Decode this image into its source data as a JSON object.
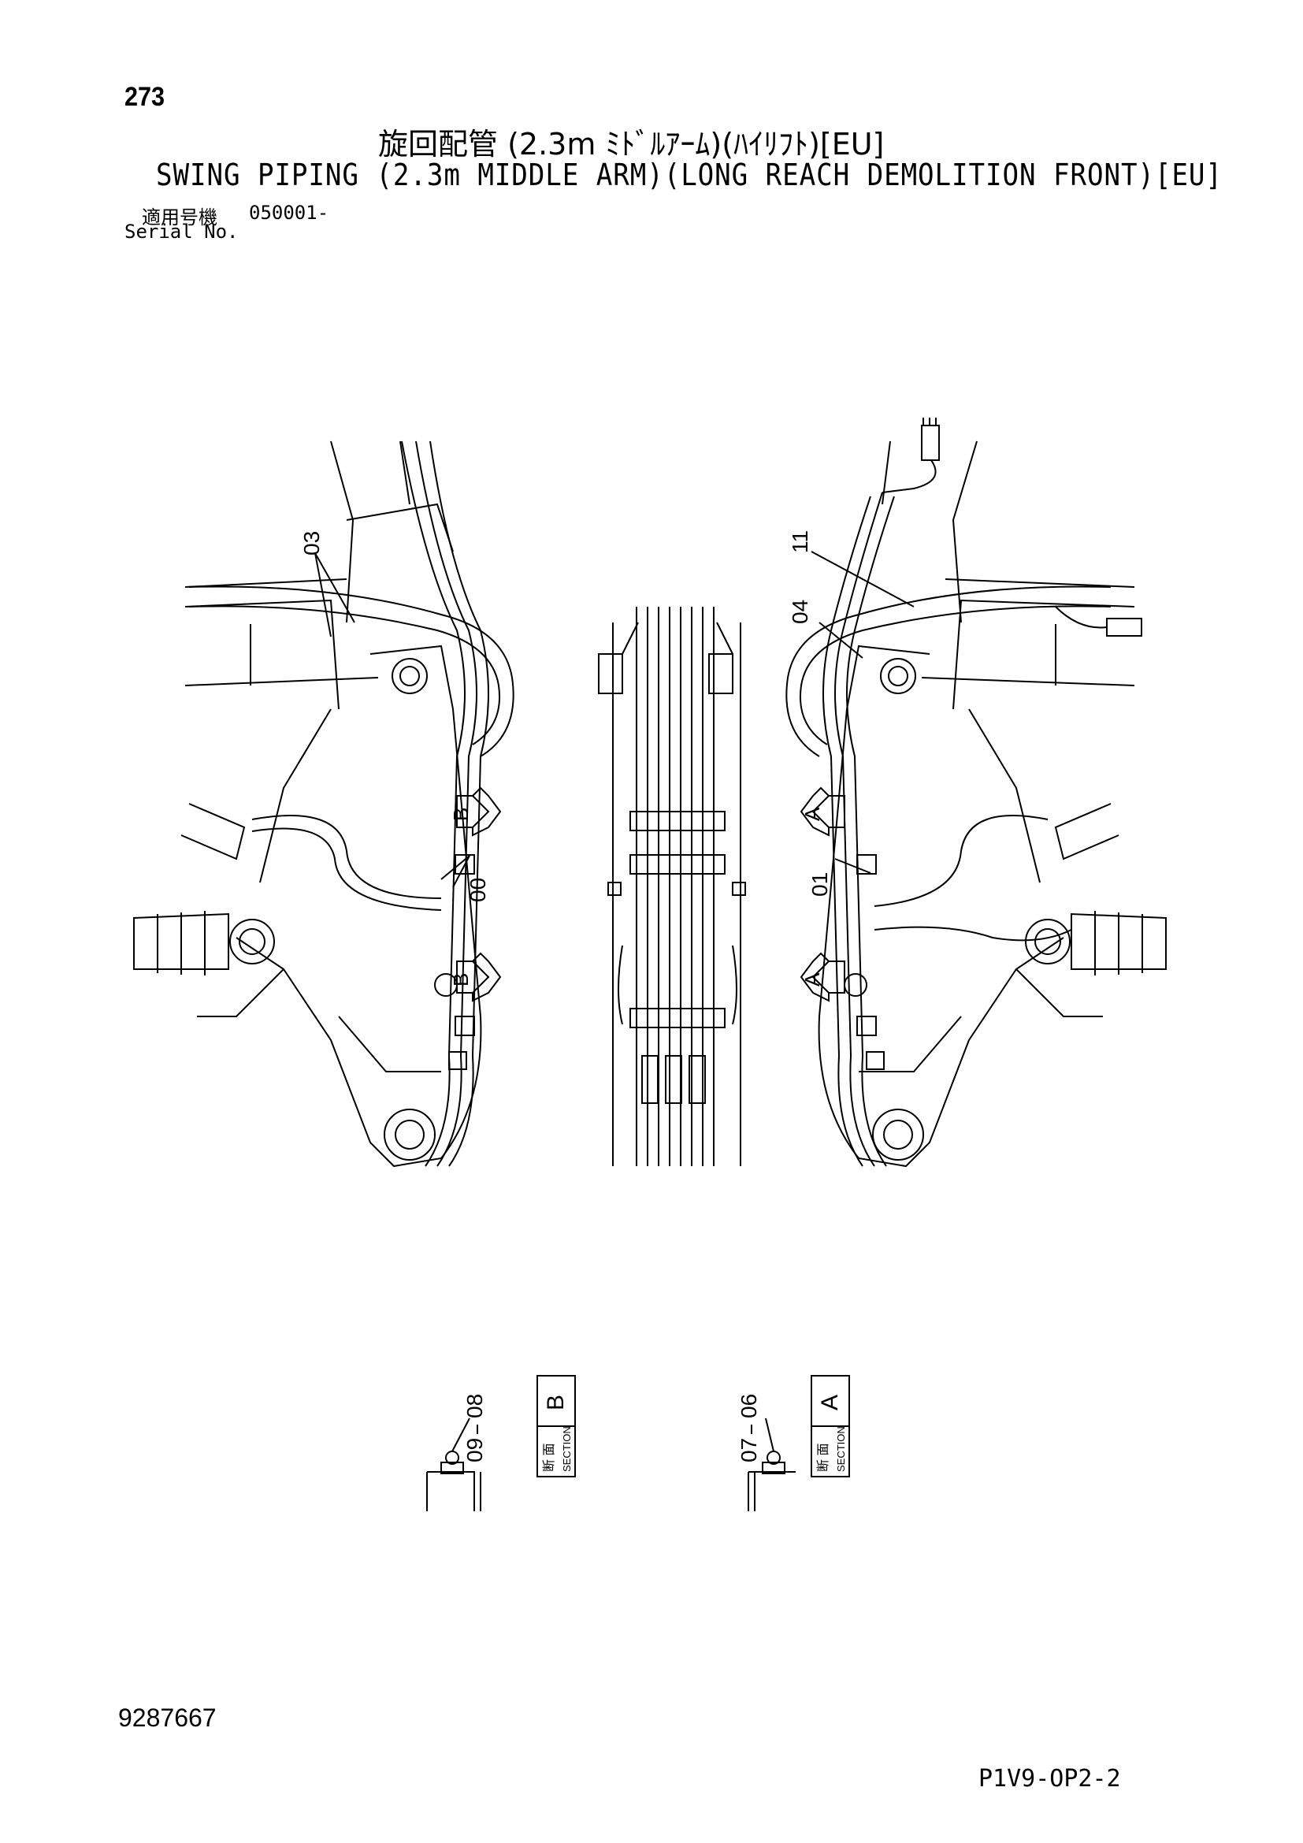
{
  "header": {
    "page_number": "273",
    "title_ja": "旋回配管 (2.3m ﾐﾄﾞﾙｱｰﾑ)(ﾊｲﾘﾌﾄ)[EU]",
    "title_en": "SWING PIPING (2.3m MIDDLE ARM)(LONG REACH DEMOLITION FRONT)[EU]",
    "serial_label_ja": "適用号機",
    "serial_value": "050001-",
    "serial_label_en": "Serial No."
  },
  "callouts": {
    "left_03": "03",
    "left_00": "00",
    "right_11": "11",
    "right_04": "04",
    "right_01": "01",
    "section_marker_b": "B",
    "section_marker_a": "A"
  },
  "sections": [
    {
      "letter": "B",
      "label_ja": "断 面",
      "label_en": "SECTION",
      "part_top": "08",
      "part_bottom": "09"
    },
    {
      "letter": "A",
      "label_ja": "断 面",
      "label_en": "SECTION",
      "part_top": "06",
      "part_bottom": "07"
    }
  ],
  "footer": {
    "drawing_number": "9287667",
    "sheet_code": "P1V9-OP2-2"
  }
}
